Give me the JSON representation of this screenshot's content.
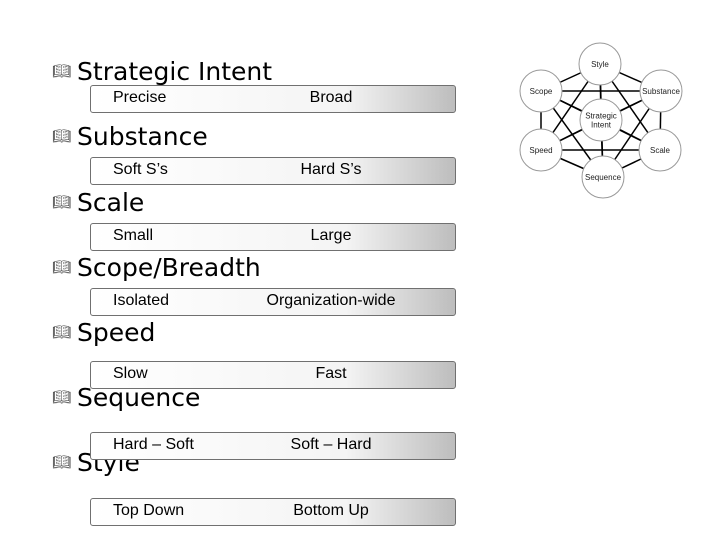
{
  "headings": [
    {
      "id": "strategic-intent",
      "label": "Strategic Intent"
    },
    {
      "id": "substance",
      "label": "Substance"
    },
    {
      "id": "scale",
      "label": "Scale"
    },
    {
      "id": "scope-breadth",
      "label": "Scope/Breadth"
    },
    {
      "id": "speed",
      "label": "Speed"
    },
    {
      "id": "sequence",
      "label": "Sequence"
    },
    {
      "id": "style",
      "label": "Style"
    }
  ],
  "bars": [
    {
      "left": "Precise",
      "right": "Broad"
    },
    {
      "left": "Soft S’s",
      "right": "Hard S’s"
    },
    {
      "left": "Small",
      "right": "Large"
    },
    {
      "left": "Isolated",
      "right": "Organization-wide"
    },
    {
      "left": "Slow",
      "right": "Fast"
    },
    {
      "left": "Hard – Soft",
      "right": "Soft – Hard"
    },
    {
      "left": "Top Down",
      "right": "Bottom Up"
    }
  ],
  "network": {
    "center": {
      "label_lines": [
        "Strategic",
        "Intent"
      ]
    },
    "nodes": [
      {
        "id": "style",
        "label": "Style"
      },
      {
        "id": "substance",
        "label": "Substance"
      },
      {
        "id": "scale",
        "label": "Scale"
      },
      {
        "id": "sequence",
        "label": "Sequence"
      },
      {
        "id": "speed",
        "label": "Speed"
      },
      {
        "id": "scope",
        "label": "Scope"
      }
    ]
  }
}
